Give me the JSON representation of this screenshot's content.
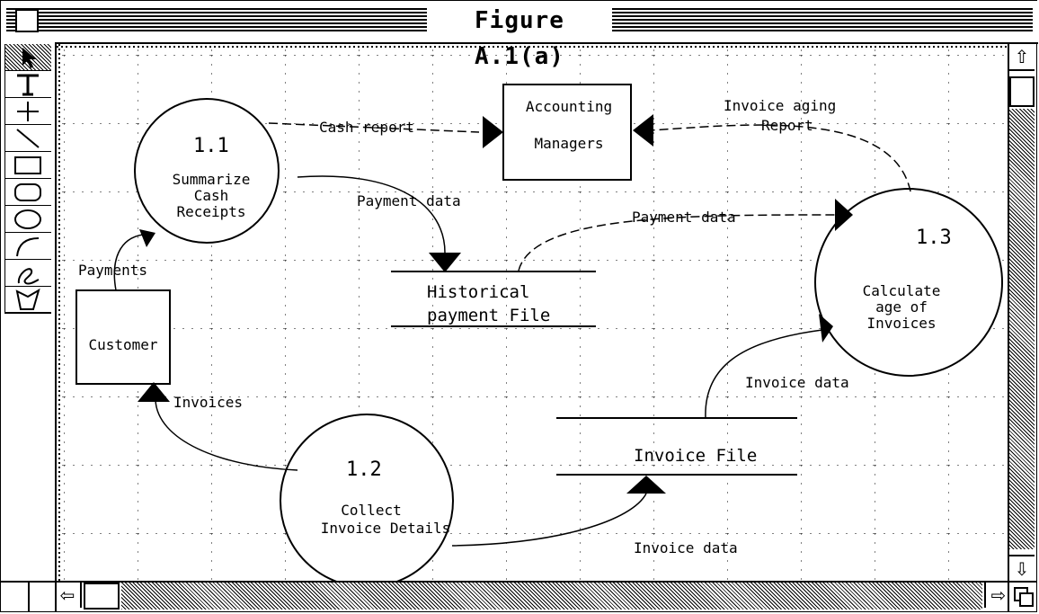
{
  "window": {
    "title": "Figure A.1(a)"
  },
  "palette": {
    "tools": [
      {
        "name": "arrow-tool",
        "icon": "arrow-pointer-icon"
      },
      {
        "name": "text-tool",
        "icon": "text-T-icon",
        "label": "T"
      },
      {
        "name": "orthogonal-line-tool",
        "icon": "plus-icon",
        "label": "+"
      },
      {
        "name": "line-tool",
        "icon": "diagonal-line-icon"
      },
      {
        "name": "rectangle-tool",
        "icon": "rectangle-icon"
      },
      {
        "name": "rounded-rectangle-tool",
        "icon": "rounded-rectangle-icon"
      },
      {
        "name": "oval-tool",
        "icon": "oval-icon"
      },
      {
        "name": "arc-tool",
        "icon": "arc-icon"
      },
      {
        "name": "freehand-tool",
        "icon": "freehand-icon"
      },
      {
        "name": "polygon-tool",
        "icon": "polygon-icon"
      }
    ]
  },
  "diagram": {
    "processes": [
      {
        "id": "1.1",
        "line1": "Summarize",
        "line2": "Cash",
        "line3": "Receipts"
      },
      {
        "id": "1.2",
        "line1": "Collect",
        "line2": "Invoice Details"
      },
      {
        "id": "1.3",
        "line1": "Calculate",
        "line2": "age of",
        "line3": "Invoices"
      }
    ],
    "entities": {
      "accounting": {
        "line1": "Accounting",
        "line2": "Managers"
      },
      "customer": {
        "label": "Customer"
      }
    },
    "stores": {
      "historical": {
        "line1": "Historical",
        "line2": "payment File"
      },
      "invoice": {
        "label": "Invoice File"
      }
    },
    "flows": {
      "cash_report": "Cash report",
      "invoice_aging_1": "Invoice aging",
      "invoice_aging_2": "Report",
      "payment_data_1": "Payment data",
      "payment_data_2": "Payment data",
      "payments": "Payments",
      "invoices": "Invoices",
      "invoice_data_1": "Invoice data",
      "invoice_data_2": "Invoice data"
    }
  }
}
